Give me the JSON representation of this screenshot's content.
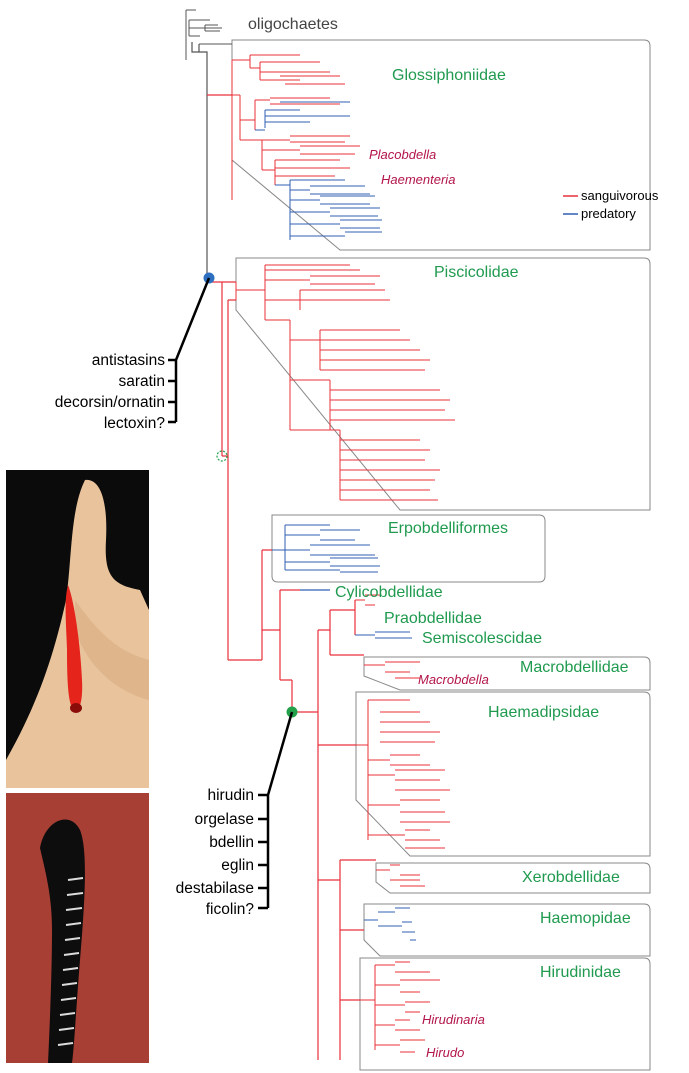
{
  "outgroup": "oligochaetes",
  "clades": {
    "glossiphoniidae": "Glossiphoniidae",
    "piscicolidae": "Piscicolidae",
    "erpobdelliformes": "Erpobdelliformes",
    "cylicobdellidae": "Cylicobdellidae",
    "praobdellidae": "Praobdellidae",
    "semiscolescidae": "Semiscolescidae",
    "macrobdellidae": "Macrobdellidae",
    "haemadipsidae": "Haemadipsidae",
    "xerobdellidae": "Xerobdellidae",
    "haemopidae": "Haemopidae",
    "hirudinidae": "Hirudinidae"
  },
  "genera": {
    "placobdella": "Placobdella",
    "haementeria": "Haementeria",
    "macrobdella": "Macrobdella",
    "hirudinaria": "Hirudinaria",
    "hirudo": "Hirudo"
  },
  "legend": {
    "sanguivorous": "sanguivorous",
    "predatory": "predatory"
  },
  "toxins_upper": [
    "antistasins",
    "saratin",
    "decorsin/ornatin",
    "lectoxin?"
  ],
  "toxins_lower": [
    "hirudin",
    "orgelase",
    "bdellin",
    "eglin",
    "destabilase",
    "ficolin?"
  ],
  "colors": {
    "sanguivorous": "#e8303a",
    "predatory": "#2f5fb3",
    "outgroup": "#555555",
    "clade_text": "#1f9a4f",
    "genus_text": "#b3154a",
    "box_stroke": "#888888",
    "node_upper": "#2e6fbf",
    "node_lower": "#22a04a"
  }
}
